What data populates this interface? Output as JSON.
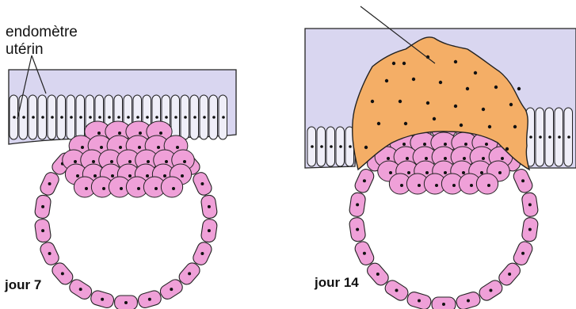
{
  "labels": {
    "endometrium_line1": "endomètre",
    "endometrium_line2": "utérin",
    "day_left": "jour 7",
    "day_right": "jour 14"
  },
  "colors": {
    "endometrium": "#d9d6f0",
    "endometrium_cell": "#efeef8",
    "embryo_cell": "#efa0d8",
    "syncytium": "#f4ae66",
    "outline": "#222222"
  }
}
